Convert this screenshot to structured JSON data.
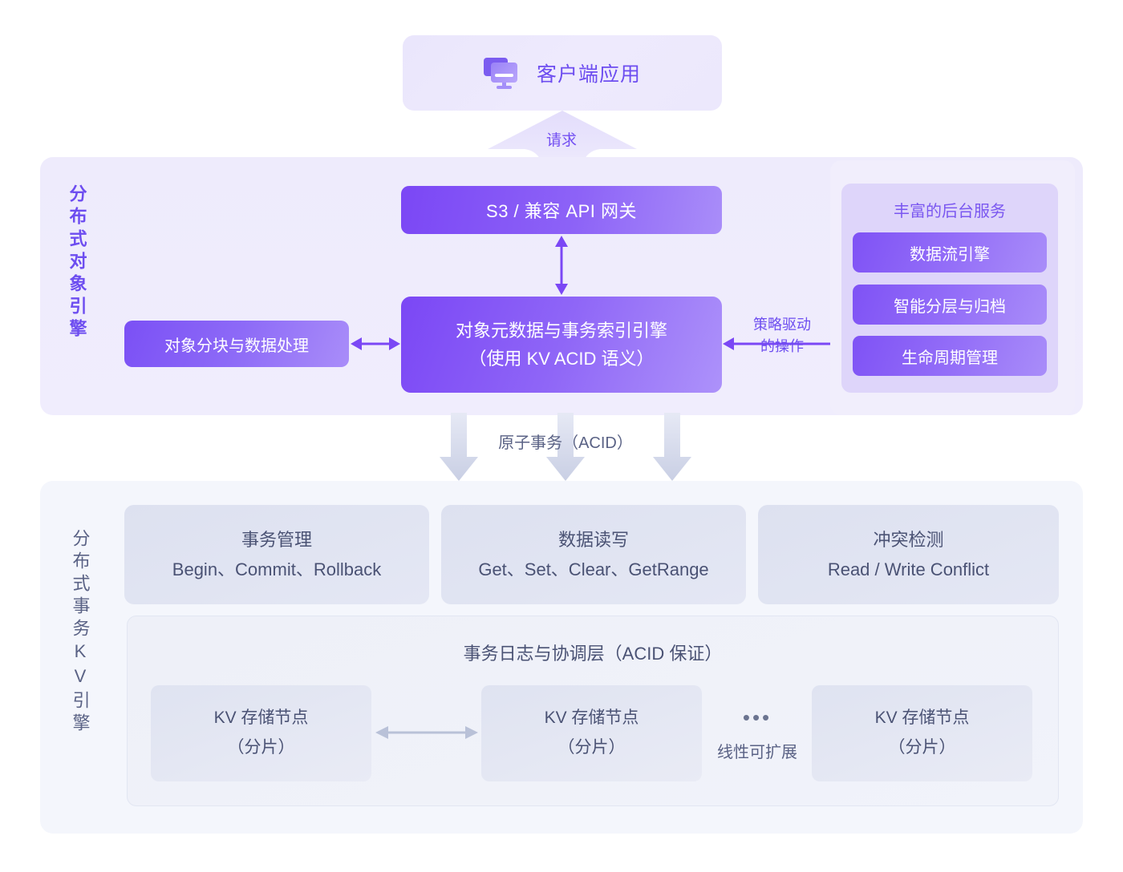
{
  "client": {
    "label": "客户端应用",
    "icon": "monitor-icon"
  },
  "request_arrow": {
    "label": "请求"
  },
  "object_engine": {
    "side_label": "分布式对象引擎",
    "gateway": {
      "label": "S3 / 兼容 API 网关"
    },
    "metadata_engine": {
      "line1": "对象元数据与事务索引引擎",
      "line2": "（使用 KV ACID 语义）"
    },
    "chunking": {
      "label": "对象分块与数据处理"
    },
    "policy_arrow": {
      "line1": "策略驱动",
      "line2": "的操作"
    },
    "backend_services": {
      "title": "丰富的后台服务",
      "items": [
        {
          "label": "数据流引擎"
        },
        {
          "label": "智能分层与归档"
        },
        {
          "label": "生命周期管理"
        }
      ]
    }
  },
  "acid_connector": {
    "label": "原子事务（ACID）"
  },
  "kv_engine": {
    "side_label": "分布式事务KV引擎",
    "operation_cards": [
      {
        "title": "事务管理",
        "subtitle": "Begin、Commit、Rollback"
      },
      {
        "title": "数据读写",
        "subtitle": "Get、Set、Clear、GetRange"
      },
      {
        "title": "冲突检测",
        "subtitle": "Read / Write Conflict"
      }
    ],
    "log_layer": {
      "title": "事务日志与协调层（ACID 保证）",
      "nodes": [
        {
          "line1": "KV 存储节点",
          "line2": "（分片）"
        },
        {
          "line1": "KV 存储节点",
          "line2": "（分片）"
        },
        {
          "line1": "KV 存储节点",
          "line2": "（分片）"
        }
      ],
      "ellipsis": "•••",
      "scalability_note": "线性可扩展"
    }
  },
  "colors": {
    "accent_purple": "#7b47f5",
    "accent_purple_light": "#a98df9",
    "panel_lavender": "#eeebfc",
    "panel_gray_blue": "#f4f6fc",
    "text_purple": "#6d4df0",
    "text_slate": "#4a5274"
  }
}
